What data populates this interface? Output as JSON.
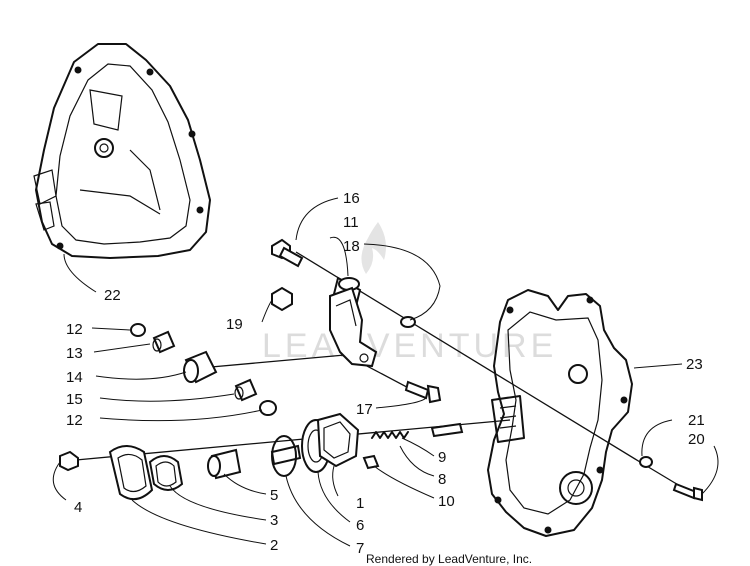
{
  "watermark_text": "LEADVENTURE",
  "credit_text": "Rendered by LeadVenture, Inc.",
  "callouts": {
    "c1": "1",
    "c2": "2",
    "c3": "3",
    "c4": "4",
    "c5": "5",
    "c6": "6",
    "c7": "7",
    "c8": "8",
    "c9": "9",
    "c10": "10",
    "c11": "11",
    "c12a": "12",
    "c12b": "12",
    "c13": "13",
    "c14": "14",
    "c15": "15",
    "c16": "16",
    "c17": "17",
    "c18": "18",
    "c19": "19",
    "c20": "20",
    "c21": "21",
    "c22": "22",
    "c23": "23"
  }
}
